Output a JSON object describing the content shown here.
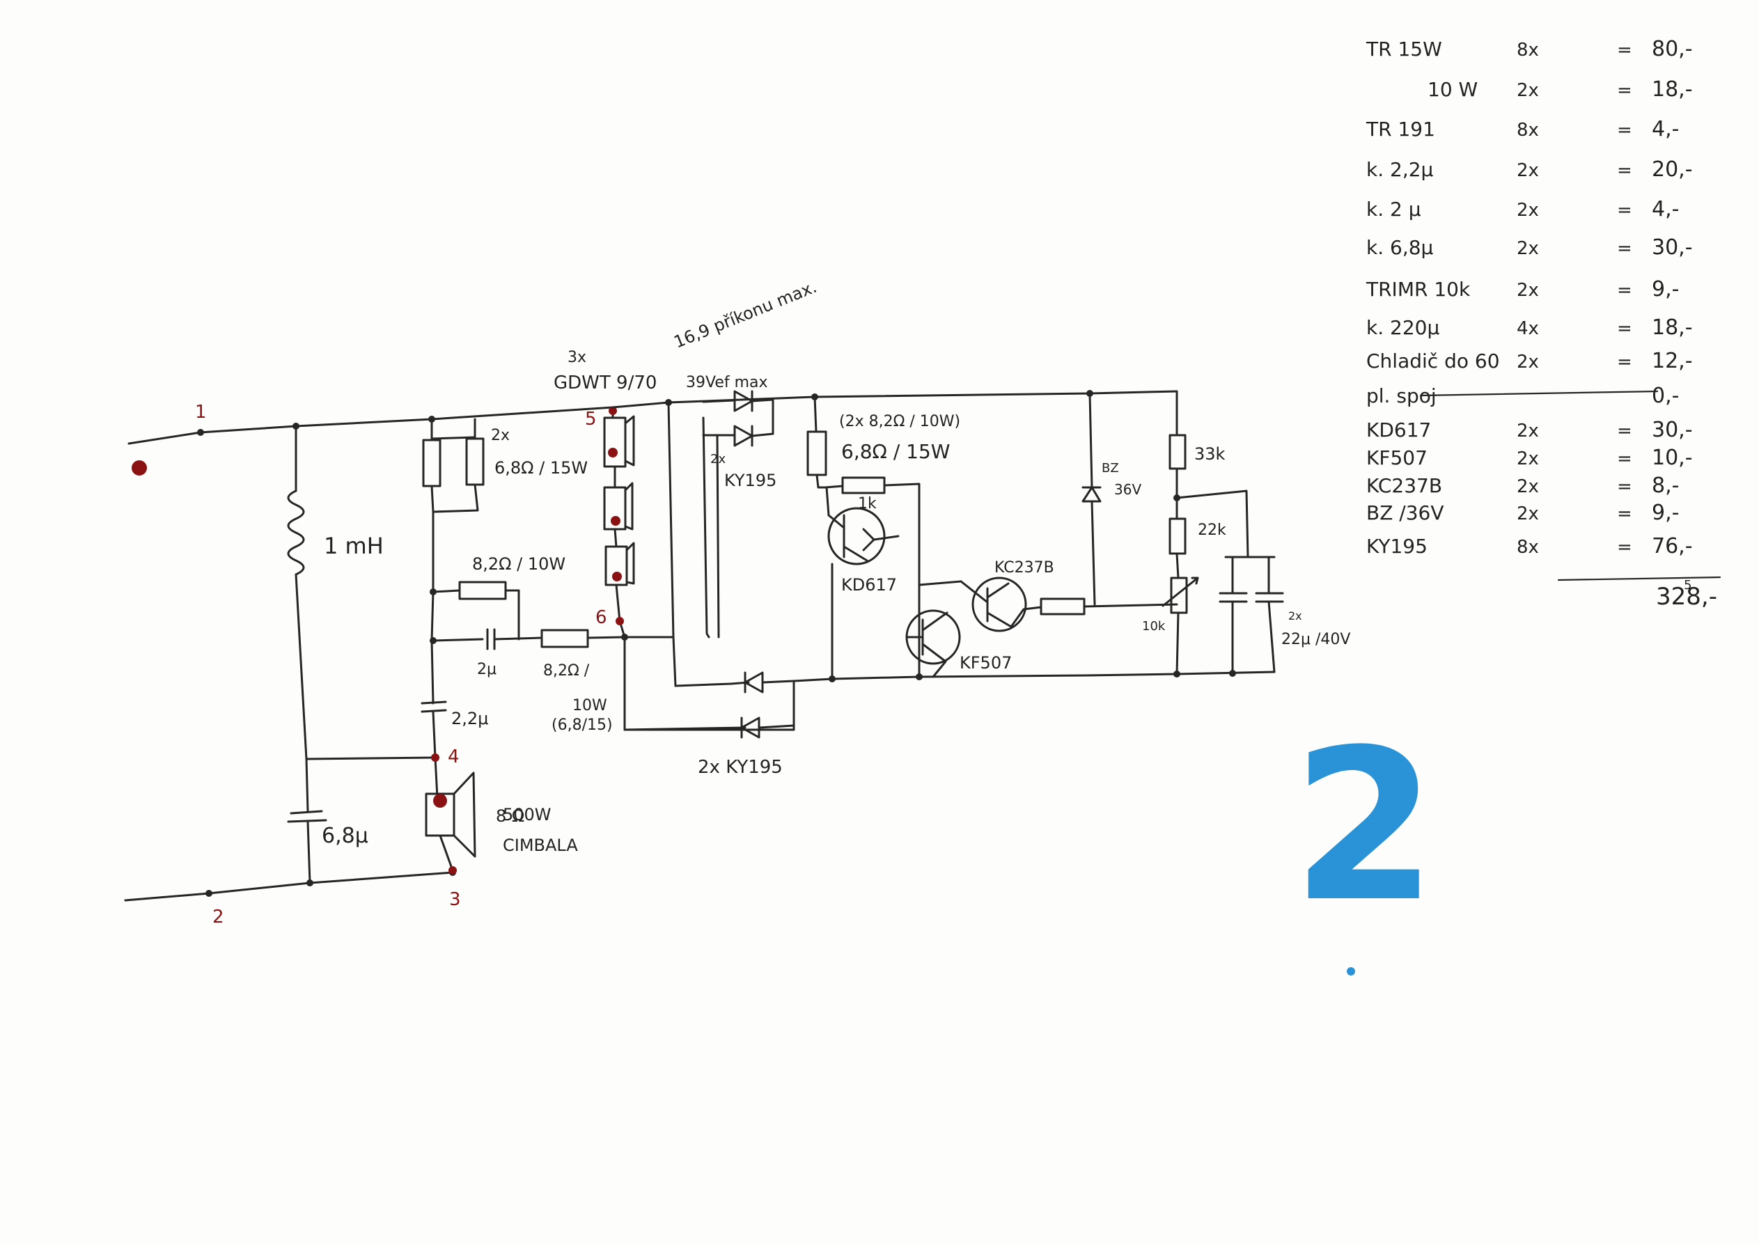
{
  "colors": {
    "paper": "#fdfdfb",
    "ink": "#262626",
    "terminal_red": "#8a1212",
    "note_blue": "#2a92d6"
  },
  "schematic": {
    "terminals": [
      "1",
      "2",
      "3",
      "4",
      "5",
      "6"
    ],
    "inductor": "1 mH",
    "cap_bottom": "6,8μ",
    "cap_mid": "2,2μ",
    "cap_series": "2μ",
    "res_pair_qty": "2x",
    "res_pair_value": "6,8Ω / 15W",
    "res_mid": "8,2Ω / 10W",
    "res_series": "8,2Ω /",
    "res_series_rating": "10W",
    "res_series_note": "(6,8/15)",
    "speaker_imp": "8 Ω",
    "speaker_power": "500W",
    "speaker_name": "CIMBALA",
    "tweeter_qty": "3x",
    "tweeter_type": "GDWT 9/70",
    "tweeter_voltage": "39Vef max",
    "tweeter_note": "16,9 příkonu max.",
    "diodes_top_qty": "2x",
    "diodes_top": "KY195",
    "diodes_bottom": "2x KY195",
    "res_load_note": "(2x 8,2Ω / 10W)",
    "res_load": "6,8Ω / 15W",
    "res_base": "1k",
    "transistor_power": "KD617",
    "transistor_driver": "KC237B",
    "transistor_pnp": "KF507",
    "zener": "BZ",
    "zener_voltage": "36V",
    "res_top": "33k",
    "res_mid_right": "22k",
    "trimmer": "10k",
    "caps_qty": "2x",
    "caps_value": "22μ /40V"
  },
  "parts_list": [
    {
      "part": "TR 15W",
      "qty": "8x",
      "eq": "=",
      "price": "80,-"
    },
    {
      "part": "10 W",
      "qty": "2x",
      "eq": "=",
      "price": "18,-"
    },
    {
      "part": "TR 191",
      "qty": "8x",
      "eq": "=",
      "price": "4,-"
    },
    {
      "part": "k. 2,2μ",
      "qty": "2x",
      "eq": "=",
      "price": "20,-"
    },
    {
      "part": "k. 2 μ",
      "qty": "2x",
      "eq": "=",
      "price": "4,-"
    },
    {
      "part": "k. 6,8μ",
      "qty": "2x",
      "eq": "=",
      "price": "30,-"
    },
    {
      "part": "TRIMR 10k",
      "qty": "2x",
      "eq": "=",
      "price": "9,-"
    },
    {
      "part": "k. 220μ",
      "qty": "4x",
      "eq": "=",
      "price": "18,-"
    },
    {
      "part": "Chladič do 60",
      "qty": "2x",
      "eq": "=",
      "price": "12,-"
    },
    {
      "part": "pl. spoj",
      "qty": "",
      "eq": "",
      "price": "0,-"
    },
    {
      "part": "KD617",
      "qty": "2x",
      "eq": "=",
      "price": "30,-"
    },
    {
      "part": "KF507",
      "qty": "2x",
      "eq": "=",
      "price": "10,-"
    },
    {
      "part": "KC237B",
      "qty": "2x",
      "eq": "=",
      "price": "8,-"
    },
    {
      "part": "BZ /36V",
      "qty": "2x",
      "eq": "=",
      "price": "9,-"
    },
    {
      "part": "KY195",
      "qty": "8x",
      "eq": "=",
      "price": "76,-"
    }
  ],
  "total": "328,-",
  "total_sup": "5",
  "page_mark": "2"
}
